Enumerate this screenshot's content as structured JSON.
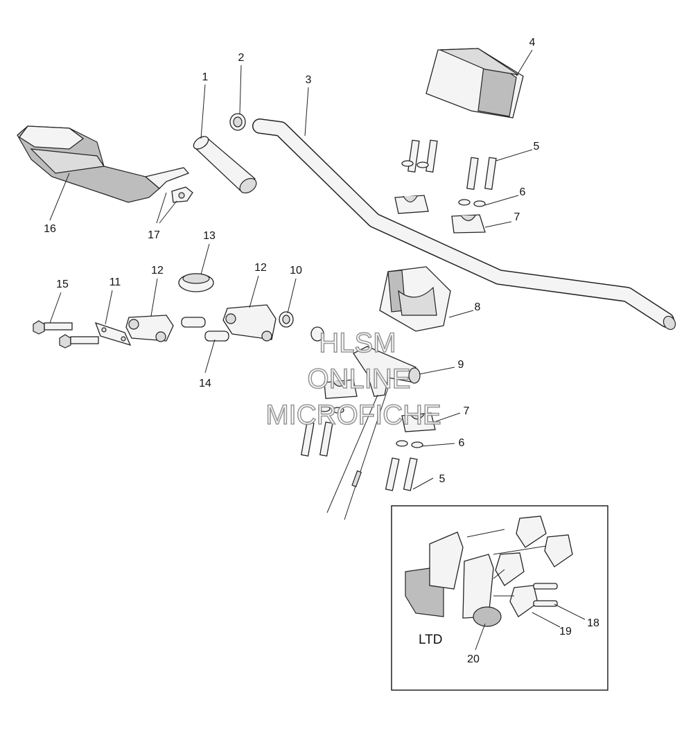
{
  "callouts": [
    "1",
    "2",
    "3",
    "4",
    "5",
    "6",
    "7",
    "8",
    "9",
    "10",
    "11",
    "12",
    "12",
    "13",
    "14",
    "15",
    "16",
    "17",
    "5",
    "6",
    "7",
    "18",
    "19",
    "20"
  ],
  "inset": {
    "label": "LTD"
  },
  "watermark": {
    "line1": "HLSM",
    "line2": "ONLINE",
    "line3": "MICROFICHE"
  }
}
